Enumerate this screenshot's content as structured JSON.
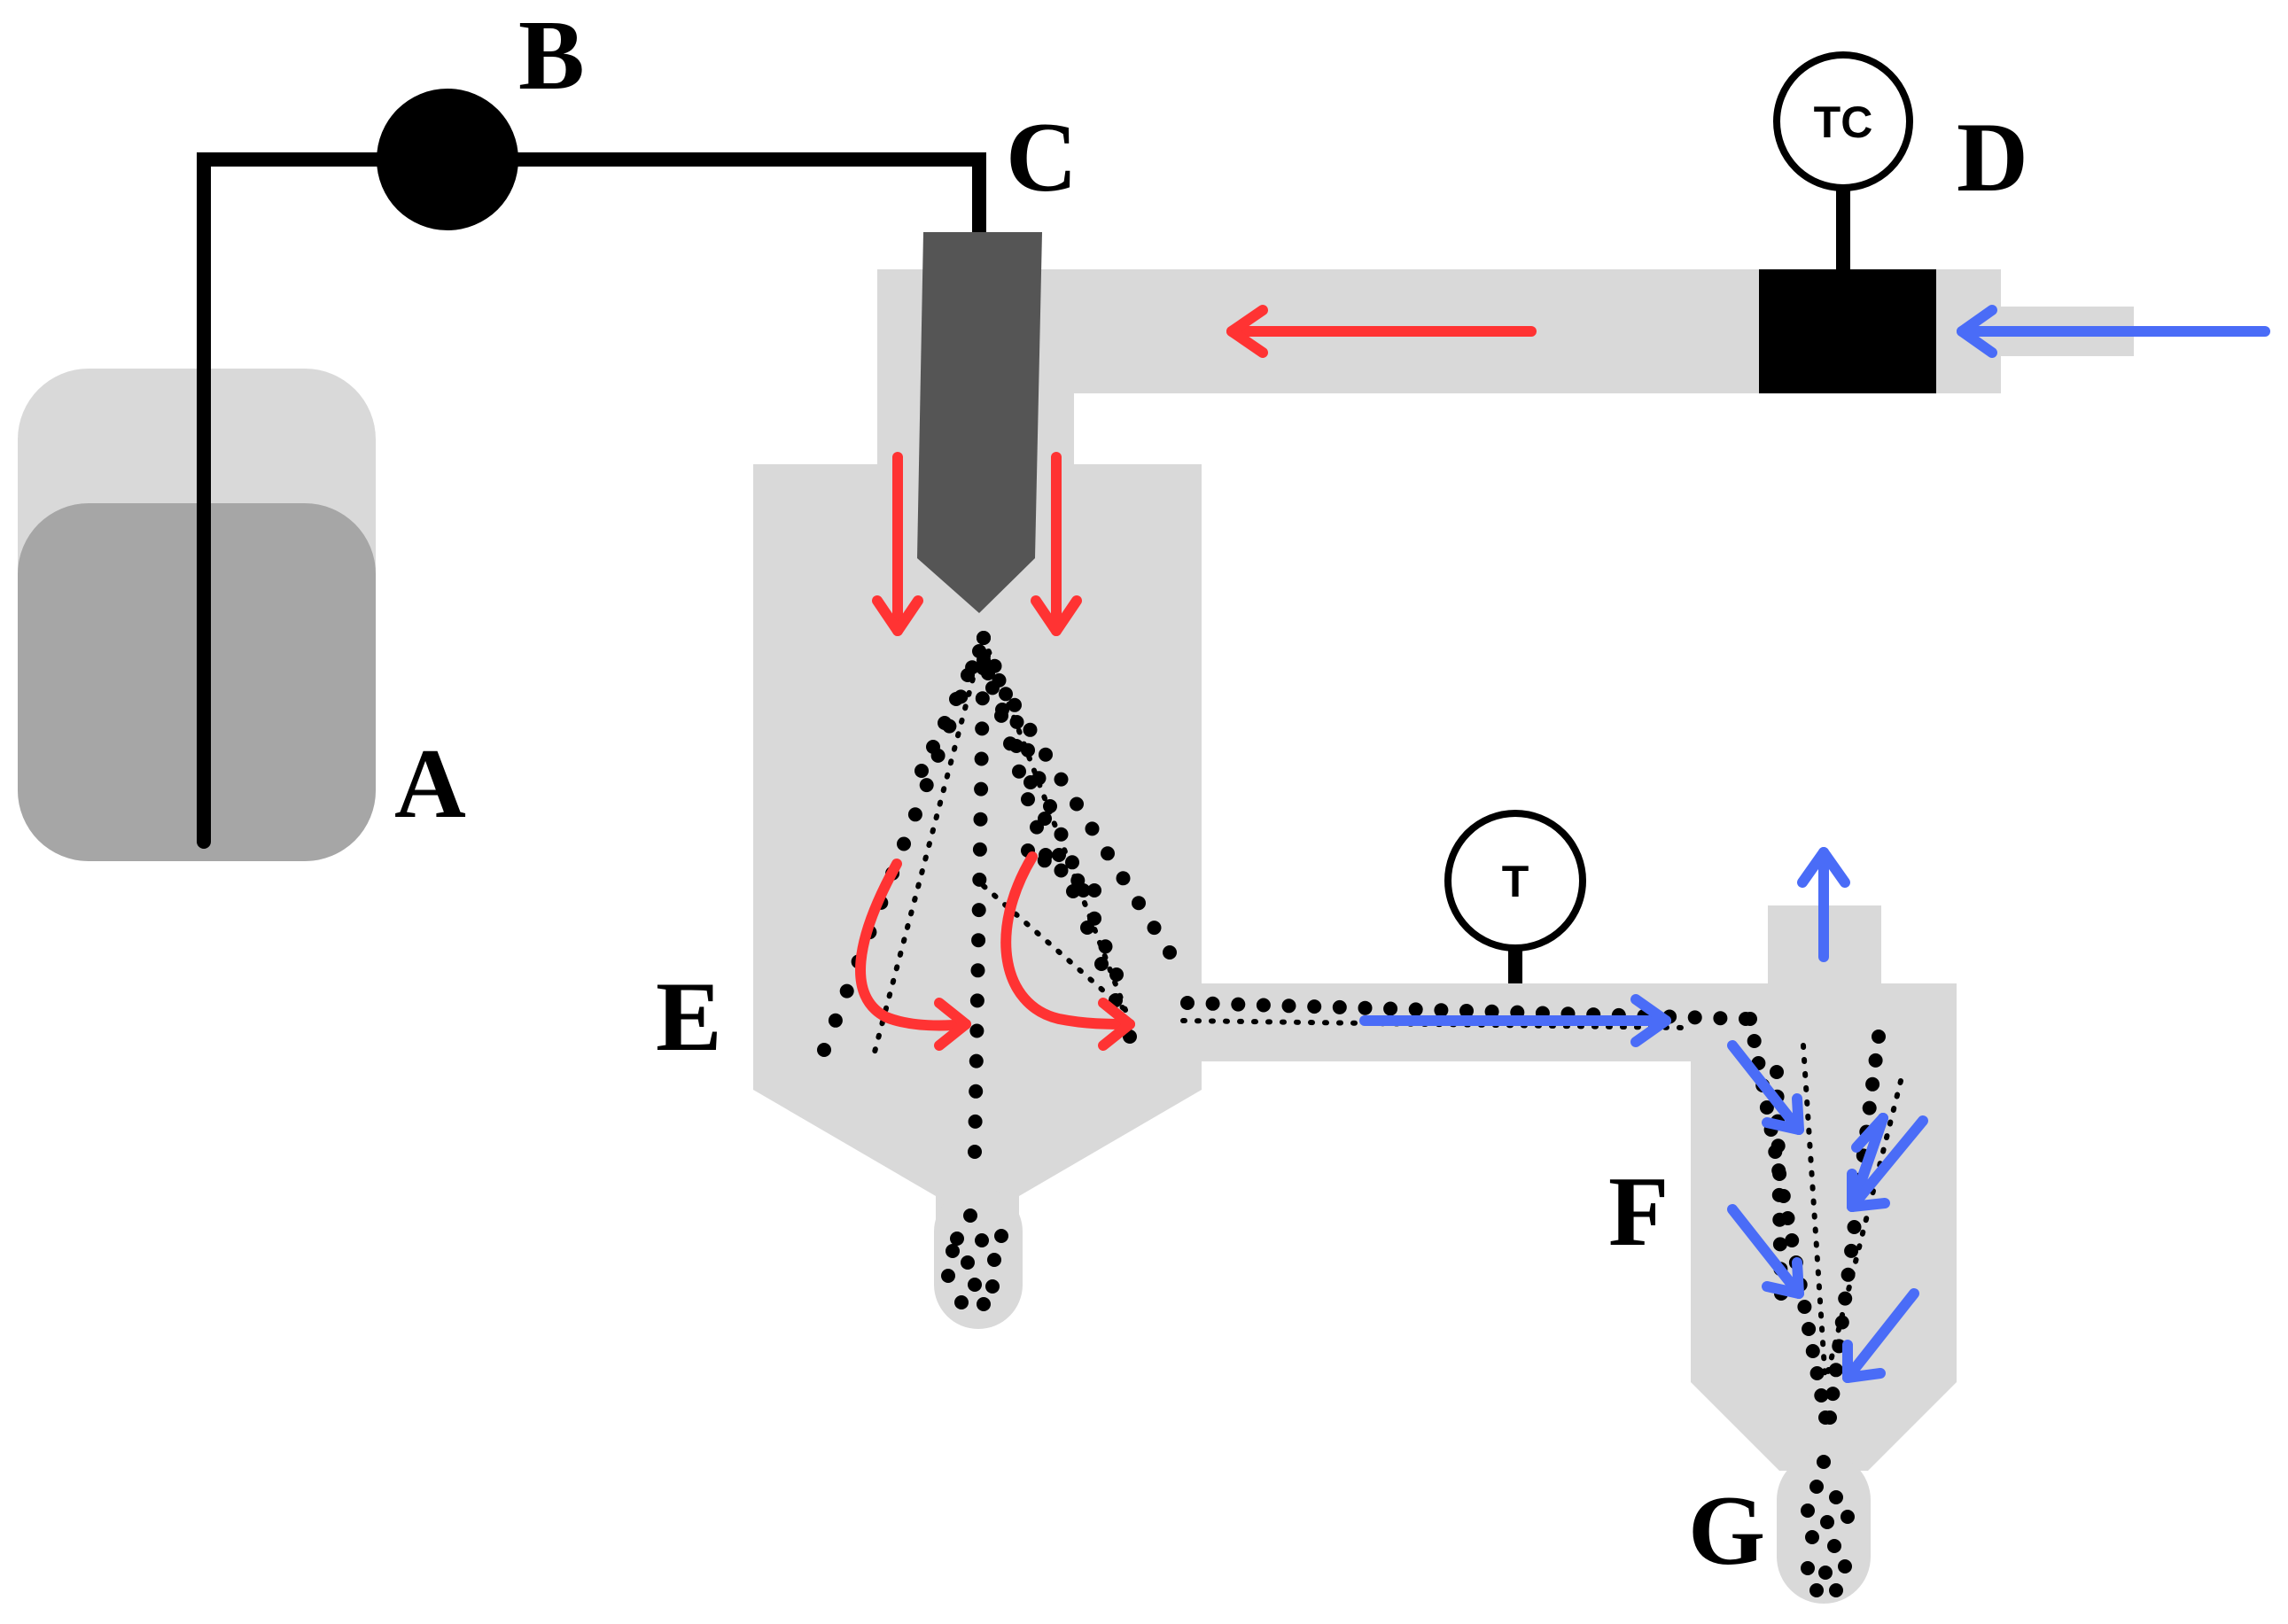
{
  "labels": {
    "A": "A",
    "B": "B",
    "C": "C",
    "D": "D",
    "E": "E",
    "F": "F",
    "G": "G"
  },
  "gauges": {
    "inlet_controller": "TC",
    "outlet_sensor": "T"
  },
  "colors": {
    "chamber": "#d9d9d9",
    "tank_top": "#d9d9d9",
    "tank_liquid": "#a6a6a6",
    "nozzle": "#555555",
    "line": "#000000",
    "hot_air_arrow": "#ff3333",
    "cool_air_arrow": "#4a6cf7",
    "particle": "#000000"
  },
  "icons": {
    "pump": "pump-icon",
    "heater": "heater-block-icon",
    "nozzle": "atomizer-nozzle-icon"
  }
}
